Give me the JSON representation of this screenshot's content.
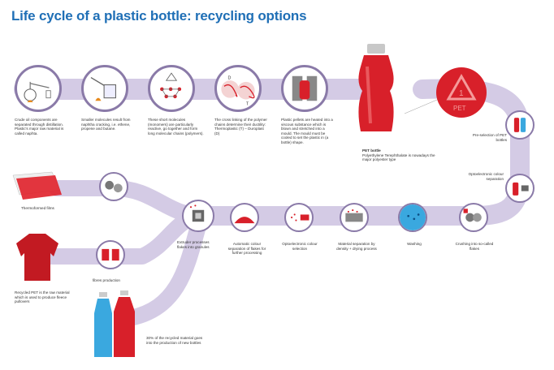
{
  "title": "Life cycle of a plastic bottle: recycling options",
  "steps": {
    "s1": "Crude oil components are separated through distillation. Plastic's major raw material is called naphta.",
    "s2": "Smaller molecules result from naphtha cracking, i.e. ethene, propene and butane.",
    "s3": "These short molecules (monomers) are particularly reactive, go together and form long molecular chains (polymers).",
    "s4": "The cross linking of the polymer chains determine their ductility: Thermoplastic (T) – Duroplast (D)",
    "s5": "Plastic pellets are heated into a viscous substance which is blown and stretched into a mould. The mould must be cooled to set the plastic in (a bottle) shape.",
    "pet_title": "PET bottle",
    "pet_text": "Polyethylene Terephthalate is nowadays the major polyester type",
    "preselect": "Pre-selection of PET bottles",
    "opto1": "Optoelectronic colour separation",
    "crushing": "Crushing into so-called flakes",
    "washing": "Washing",
    "density": "Material separation by density + drying process",
    "opto2": "Optoelectronic colour selection",
    "auto": "Automatic colour separation of flakes for further processing",
    "extruder": "Extruder processes flakes into granules",
    "films": "Thermoformed films",
    "fibres": "fibres production",
    "fleece": "Recycled PET is the raw material which is used to produce fleece pullovers",
    "newbottles": "30% of the recycled material goes into the production of new bottles"
  },
  "symbol": {
    "code": "PET",
    "number": "1"
  },
  "circle_letters": {
    "d": "D",
    "t": "T"
  },
  "colors": {
    "title": "#1f6fb6",
    "band": "#cfc6e2",
    "ring": "#8a7aa8",
    "red": "#d8202a"
  }
}
